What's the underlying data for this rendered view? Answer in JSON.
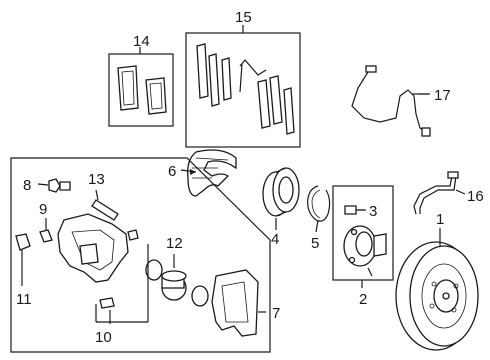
{
  "diagram": {
    "callouts": [
      {
        "id": "c1",
        "text": "1"
      },
      {
        "id": "c2",
        "text": "2"
      },
      {
        "id": "c3",
        "text": "3"
      },
      {
        "id": "c4",
        "text": "4"
      },
      {
        "id": "c5",
        "text": "5"
      },
      {
        "id": "c6",
        "text": "6"
      },
      {
        "id": "c7",
        "text": "7"
      },
      {
        "id": "c8",
        "text": "8"
      },
      {
        "id": "c9",
        "text": "9"
      },
      {
        "id": "c10",
        "text": "10"
      },
      {
        "id": "c11",
        "text": "11"
      },
      {
        "id": "c12",
        "text": "12"
      },
      {
        "id": "c13",
        "text": "13"
      },
      {
        "id": "c14",
        "text": "14"
      },
      {
        "id": "c15",
        "text": "15"
      },
      {
        "id": "c16",
        "text": "16"
      },
      {
        "id": "c17",
        "text": "17"
      }
    ],
    "colors": {
      "line": "#1a1a1a",
      "background": "#ffffff"
    }
  }
}
